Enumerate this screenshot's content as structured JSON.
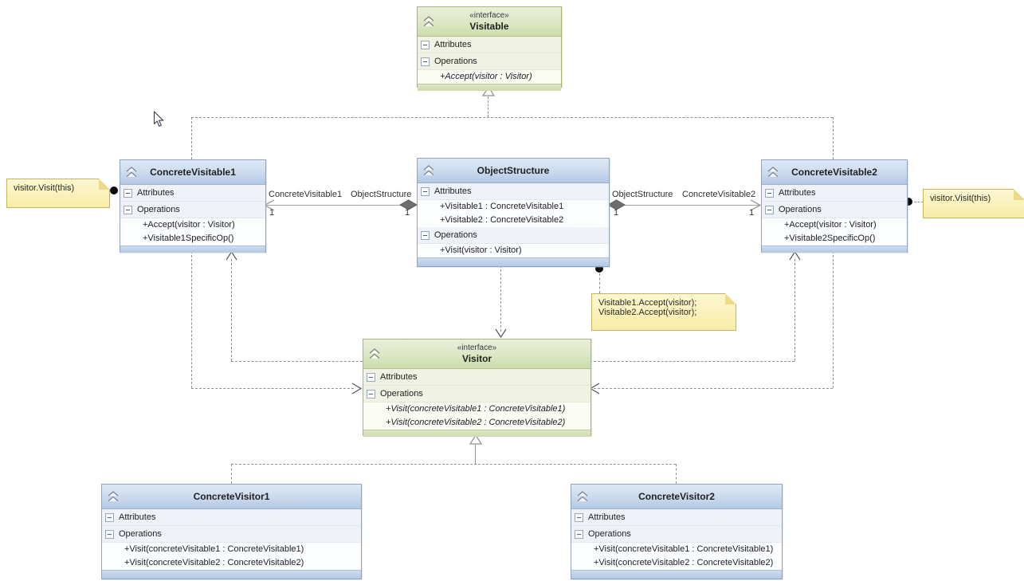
{
  "labels": {
    "attributes": "Attributes",
    "operations": "Operations",
    "interface_stereotype": "«interface»"
  },
  "classes": [
    {
      "name": "Visitable",
      "stereotype": "«interface»",
      "operations": [
        "+Accept(visitor : Visitor)"
      ]
    },
    {
      "name": "ConcreteVisitable1",
      "operations": [
        "+Accept(visitor : Visitor)",
        "+Visitable1SpecificOp()"
      ]
    },
    {
      "name": "ObjectStructure",
      "attributes": [
        "+Visitable1 : ConcreteVisitable1",
        "+Visitable2 : ConcreteVisitable2"
      ],
      "operations": [
        "+Visit(visitor : Visitor)"
      ]
    },
    {
      "name": "ConcreteVisitable2",
      "operations": [
        "+Accept(visitor : Visitor)",
        "+Visitable2SpecificOp()"
      ]
    },
    {
      "name": "Visitor",
      "stereotype": "«interface»",
      "operations": [
        "+Visit(concreteVisitable1 : ConcreteVisitable1)",
        "+Visit(concreteVisitable2 : ConcreteVisitable2)"
      ]
    },
    {
      "name": "ConcreteVisitor1",
      "operations": [
        "+Visit(concreteVisitable1 : ConcreteVisitable1)",
        "+Visit(concreteVisitable2 : ConcreteVisitable2)"
      ]
    },
    {
      "name": "ConcreteVisitor2",
      "operations": [
        "+Visit(concreteVisitable1 : ConcreteVisitable1)",
        "+Visit(concreteVisitable2 : ConcreteVisitable2)"
      ]
    }
  ],
  "notes": [
    {
      "text": "visitor.Visit(this)"
    },
    {
      "lines": [
        "Visitable1.Accept(visitor);",
        "Visitable2.Accept(visitor);"
      ]
    },
    {
      "text": "visitor.Visit(this)"
    }
  ],
  "associations": [
    {
      "end1_label": "ConcreteVisitable1",
      "end2_label": "ObjectStructure",
      "end1_mult": "1",
      "end2_mult": "1"
    },
    {
      "end1_label": "ObjectStructure",
      "end2_label": "ConcreteVisitable2",
      "end1_mult": "1",
      "end2_mult": "1"
    }
  ],
  "colors": {
    "class_header_blue": "#b9cde7",
    "interface_header_green": "#d5e3b5",
    "note_yellow": "#fbf0b2",
    "connector_gray": "#8f8f8f"
  }
}
